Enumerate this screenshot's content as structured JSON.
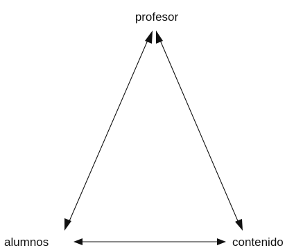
{
  "diagram": {
    "nodes": {
      "top": {
        "label": "profesor"
      },
      "left": {
        "label": "alumnos"
      },
      "right": {
        "label": "contenido"
      }
    },
    "edges": [
      {
        "from": "top",
        "to": "left",
        "bidirectional": true
      },
      {
        "from": "top",
        "to": "right",
        "bidirectional": true
      },
      {
        "from": "left",
        "to": "right",
        "bidirectional": true
      }
    ],
    "colors": {
      "ink": "#111111",
      "background": "#ffffff"
    }
  }
}
